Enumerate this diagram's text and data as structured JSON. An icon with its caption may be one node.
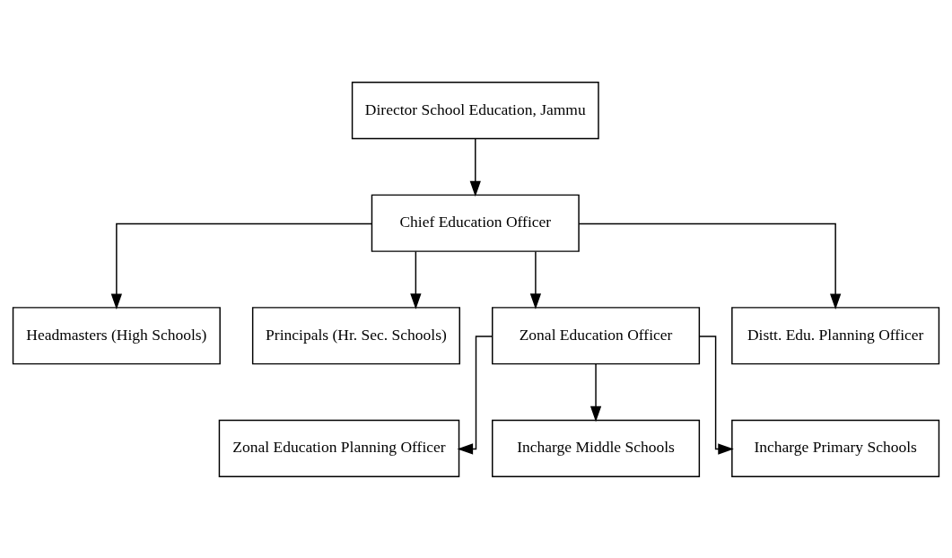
{
  "diagram": {
    "nodes": [
      {
        "text": [
          "Director School Education, Jammu"
        ]
      },
      {
        "text": [
          "Chief Education Officer"
        ]
      },
      {
        "text": [
          "Headmasters (High Schools)"
        ]
      },
      {
        "text": [
          "Principals (Hr. Sec. Schools)"
        ]
      },
      {
        "text": [
          "Zonal Education Officer"
        ]
      },
      {
        "text": [
          "Distt. Edu. Planning Officer"
        ]
      },
      {
        "text": [
          "Zonal Education Planning Officer"
        ]
      },
      {
        "text": [
          "Incharge Middle Schools"
        ]
      },
      {
        "text": [
          "Incharge Primary Schools"
        ]
      }
    ],
    "edges": [
      {
        "from": 0,
        "to": 1,
        "arrow": "to"
      },
      {
        "from": 1,
        "to": 2,
        "arrow": "to"
      },
      {
        "from": 1,
        "to": 3,
        "arrow": "to"
      },
      {
        "from": 1,
        "to": 4,
        "arrow": "to"
      },
      {
        "from": 1,
        "to": 5,
        "arrow": "to"
      },
      {
        "from": 4,
        "to": 6,
        "arrow": "to"
      },
      {
        "from": 4,
        "to": 7,
        "arrow": "to"
      },
      {
        "from": 4,
        "to": 8,
        "arrow": "to"
      }
    ]
  }
}
